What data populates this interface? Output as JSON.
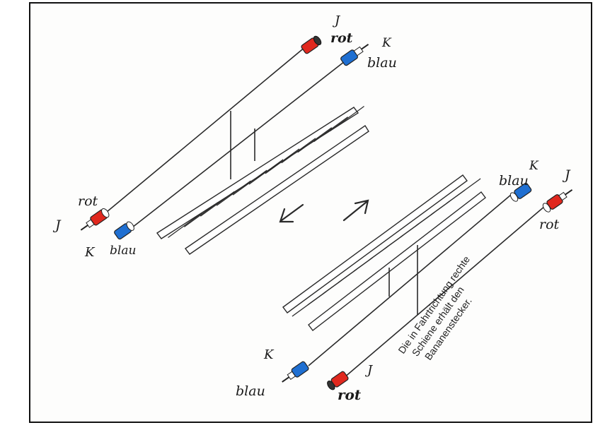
{
  "colors": {
    "red": "#e0281e",
    "blue": "#1f6fd1",
    "line": "#2a2a2a",
    "paper": "#fdfdfc"
  },
  "labels": {
    "top_j": "J",
    "top_rot": "rot",
    "top_k": "K",
    "top_blau": "blau",
    "left_rot": "rot",
    "left_j": "J",
    "left_k": "K",
    "left_blau": "blau",
    "right_blau": "blau",
    "right_k": "K",
    "right_j": "J",
    "right_rot": "rot",
    "bottom_k": "K",
    "bottom_blau": "blau",
    "bottom_j": "J",
    "bottom_rot": "rot"
  },
  "note": {
    "line1": "Die in Fahrtrichtung rechte",
    "line2": "Schiene erhält den",
    "line3": "Bananenstecker."
  },
  "icons": {
    "plug": "banana-plug-icon",
    "arrow": "direction-arrow-icon",
    "track": "rail-track-icon"
  }
}
